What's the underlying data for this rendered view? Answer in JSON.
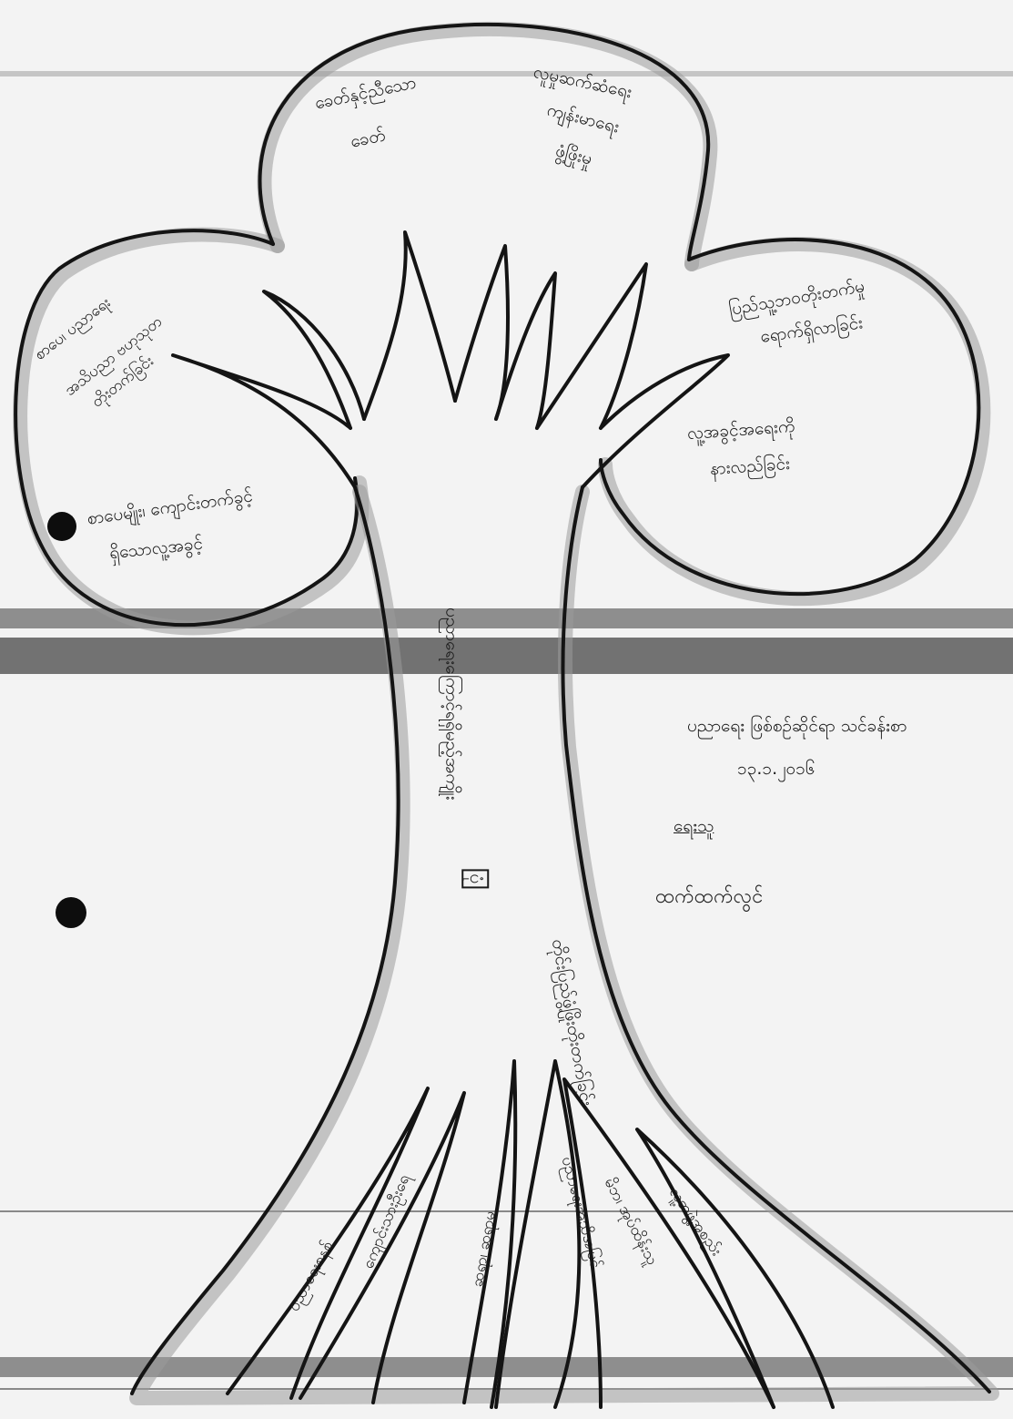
{
  "canopy": {
    "top_lobe": [
      "ခေတ်နှင့်ညီသော",
      "ခေတ်",
      "လူမှုဆက်ဆံရေး",
      "ကျန်းမာရေး",
      "ဖွံ့ဖြိုးမှု"
    ],
    "left_lobe": [
      "စာပေ၊ ပညာရေး",
      "အသိပညာ ဗဟုသုတ",
      "တိုးတက်ခြင်း",
      "စာပေမျိုး၊ ကျောင်းတက်ခွင့်",
      "ရှိသောလူ့အခွင့်"
    ],
    "right_lobe": [
      "ပြည်သူ့ဘဝတိုးတက်မှု",
      "ရောက်ရှိလာခြင်း",
      "လူ့အခွင့်အရေးကို",
      "နားလည်ခြင်း"
    ]
  },
  "trunk": {
    "title": "ပုံ",
    "main_text": "ပညာရေးကြောင့်ရရှိမည့်အကျိုး",
    "lower_text": "တိုင်းပြည်ဖွံ့ဖြိုးတိုးတက်ခြင်း"
  },
  "roots": [
    "ပညာရေးစနစ်",
    "ကျောင်းသားဦးရေ",
    "ဆရာ၊ ဆရာမ",
    "ပညာရေးအသိအမြင်",
    "မိဘ၊ အုပ်ထိန်းသူ",
    "လူ့အဖွဲ့အစည်း"
  ],
  "info": {
    "subject_line": "ပညာရေး ဖြစ်စဉ်ဆိုင်ရာ သင်ခန်းစာ",
    "date": "၁၃.၁.၂၀၁၆",
    "presenter_label": "ရေးသူ",
    "presenter_name": "ထက်ထက်လွင်"
  },
  "colors": {
    "ink": "#141414",
    "paper": "#f3f3f3",
    "shadow": "#9a9a9a"
  }
}
